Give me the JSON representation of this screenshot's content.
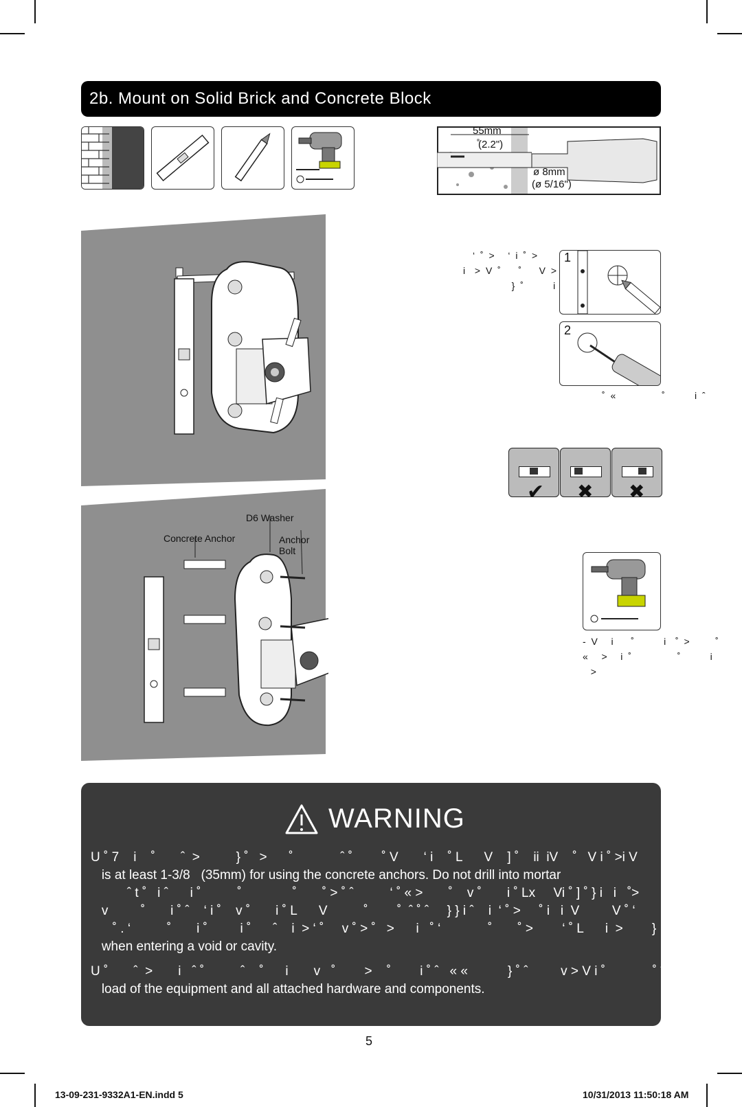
{
  "section_title": "2b. Mount on Solid Brick and Concrete Block",
  "tools": [
    {
      "icon": "brick-wall-icon"
    },
    {
      "icon": "level-icon"
    },
    {
      "icon": "pencil-icon"
    },
    {
      "icon": "drill-icon"
    }
  ],
  "drill_spec": {
    "depth_mm": "55mm",
    "depth_in": "(2.2\")",
    "bit_mm": "ø 8mm",
    "bit_in": "(ø 5/16\")"
  },
  "step_text_1": [
    "‘ ˚ >   ‘ i ˚ >       ˚     i",
    "i  > V ˚    ˚    V >",
    "            } ˚       i ˆ"
  ],
  "step_number_1": "1",
  "step_number_2": "2",
  "step_text_2": "˚ «           ˚       i ˆ",
  "level_checks": [
    "✔",
    "✖",
    "✖"
  ],
  "parts": {
    "washer": "D6 Washer",
    "anchor": "Concrete Anchor",
    "bolt": "Anchor Bolt"
  },
  "step_text_3": [
    "- V   i    ˚       i  ˚ >      ˚",
    "«   >   i ˚           ˚       i",
    "  >"
  ],
  "warning": {
    "title": "WARNING",
    "lines": [
      "U ˚ 7    i    ˚       ˆ  >          } ˚   >      ˚             ˆ ˚        ˚ V       ‘ i    ˚ L      V    ] ˚    ii  iV    ˚   V i ˚ >i V",
      "   is at least 1-3/8   (35mm) for using the concrete anchors. Do not drill into mortar",
      "          ˆ t ˚   i ˆ      i ˚          ˚              ˚       ˚ > ˚ ˆ          ‘ ˚ « >       ˚    v ˚       i ˚ Lx     Vi ˚ ] ˚ } i   i   ˚>",
      "   v         ˚       i ˚ ˆ    ‘ i ˚    v ˚       i ˚ L      V          ˚        ˚  ˆ ˚ ˆ     } } i ˆ    i  ‘ ˚ >     ˚ i   i  V         V ˚ ‘",
      "      ˚ . ‘          ˚       i ˚         i ˚      ˆ    i  > ‘ ˚     v ˚ > ˚   >      i   ˚ ‘             ˚       ˚ >        ‘ ˚ L      i  >        }",
      "   when entering a void or cavity.",
      "U ˚       ˆ  >       i   ˆ ˚          ˆ    ˚      i       v   ˚        >    ˚        i ˚ ˆ   « «           } ˚ ˆ         v > V i ˚             ˚ ˆ >  v",
      "   load of the equipment and all attached hardware and components."
    ]
  },
  "page_number": "5",
  "footer": {
    "file": "13-09-231-9332A1-EN.indd   5",
    "timestamp": "10/31/2013   11:50:18 AM"
  }
}
